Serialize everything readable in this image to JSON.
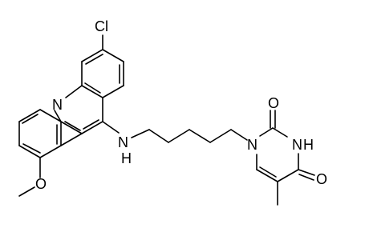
{
  "molecule": {
    "atoms": {
      "cl": "Cl",
      "n_ring": "N",
      "n_amine": "N",
      "h_amine": "H",
      "n_uracil1": "N",
      "n_uracil3": "N",
      "h_uracil3": "H",
      "o_top": "O",
      "o_right": "O",
      "o_methoxy": "O"
    }
  }
}
